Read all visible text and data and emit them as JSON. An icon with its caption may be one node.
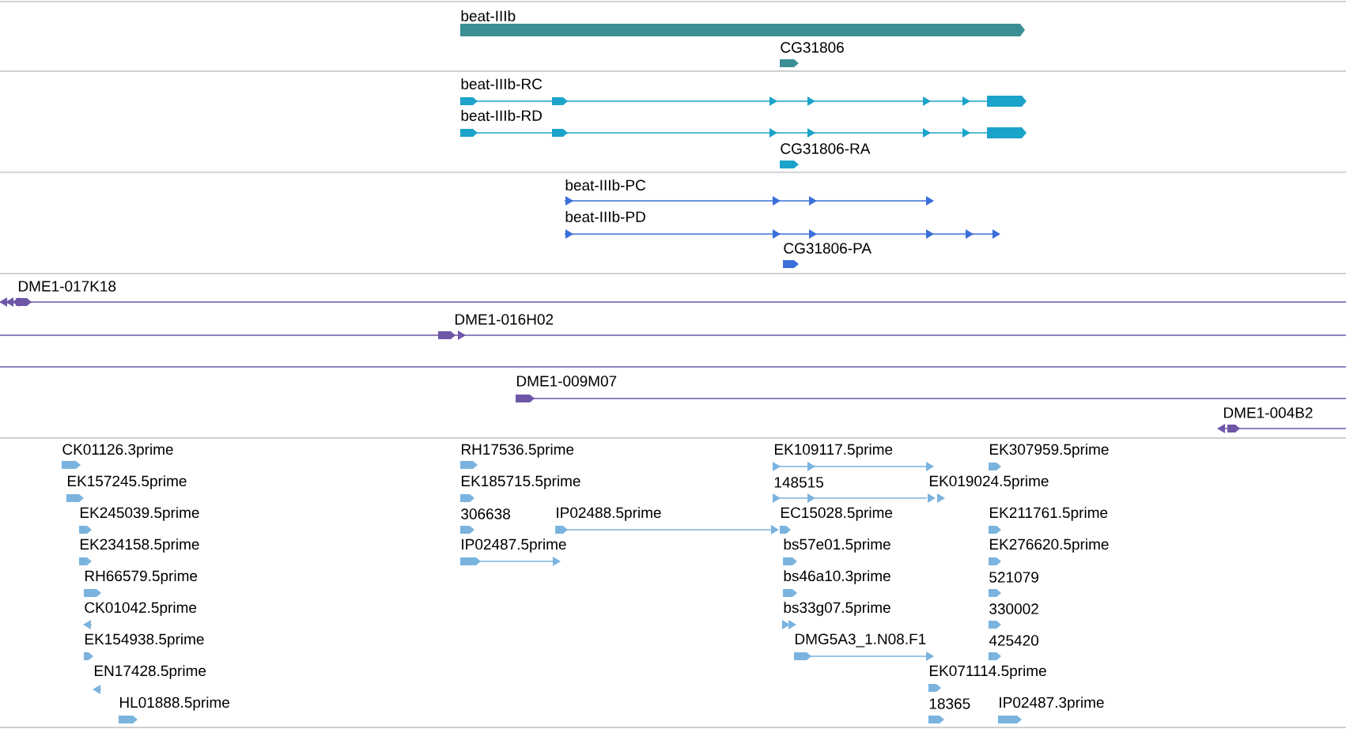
{
  "diagram": {
    "labels": [
      "beat-IIIb",
      "CG31806",
      "beat-IIIb-RC",
      "beat-IIIb-RD",
      "CG31806-RA",
      "beat-IIIb-PC",
      "beat-IIIb-PD",
      "CG31806-PA",
      "DME1-017K18",
      "DME1-016H02",
      "DME1-009M07",
      "DME1-004B2",
      "CK01126.3prime",
      "RH17536.5prime",
      "EK109117.5prime",
      "EK307959.5prime",
      "EK157245.5prime",
      "EK185715.5prime",
      "148515",
      "EK019024.5prime",
      "EK245039.5prime",
      "306638",
      "IP02488.5prime",
      "EC15028.5prime",
      "EK211761.5prime",
      "EK234158.5prime",
      "IP02487.5prime",
      "bs57e01.5prime",
      "EK276620.5prime",
      "RH66579.5prime",
      "bs46a10.3prime",
      "521079",
      "CK01042.5prime",
      "bs33g07.5prime",
      "330002",
      "EK154938.5prime",
      "DMG5A3_1.N08.F1",
      "425420",
      "EN17428.5prime",
      "EK071114.5prime",
      "HL01888.5prime",
      "18365",
      "IP02487.3prime"
    ]
  }
}
